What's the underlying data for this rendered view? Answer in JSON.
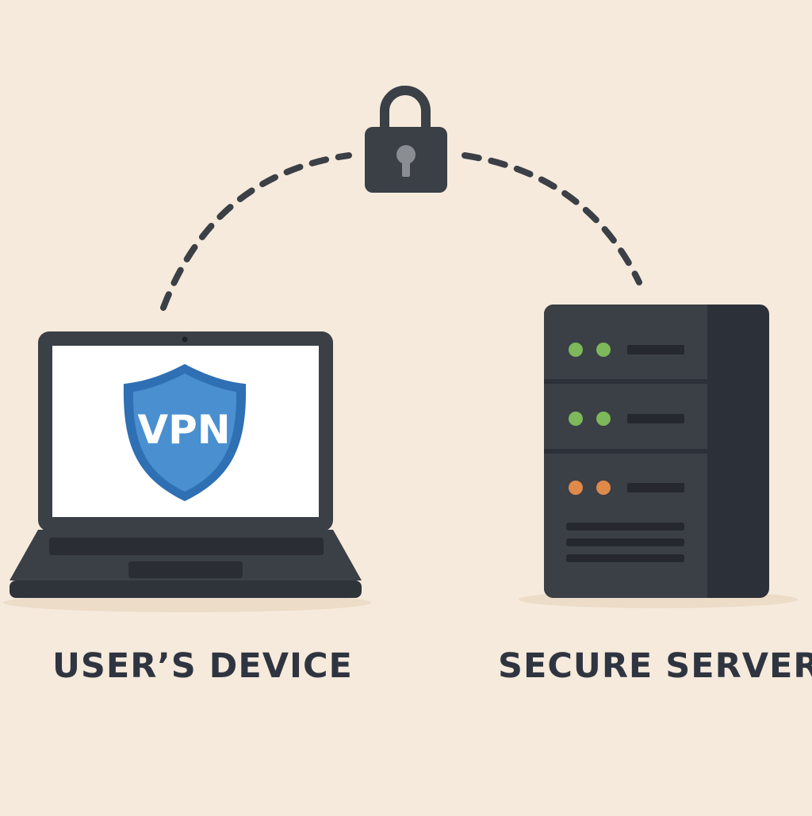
{
  "diagram": {
    "device_label": "USER’S DEVICE",
    "server_label": "SECURE SERVER",
    "shield_text": "VPN"
  },
  "icons": {
    "laptop": "laptop-icon",
    "shield": "shield-icon",
    "lock": "padlock-icon",
    "server": "server-icon"
  },
  "colors": {
    "background": "#f6eadc",
    "dark": "#3b3f46",
    "dark_side": "#2c3038",
    "shield_blue": "#2f6fb3",
    "shield_light": "#4a8fcf",
    "led_green": "#7db85a",
    "led_orange": "#e08a4a",
    "text": "#2f3540"
  },
  "server_units": [
    {
      "leds": [
        "green",
        "green"
      ]
    },
    {
      "leds": [
        "green",
        "green"
      ]
    },
    {
      "leds": [
        "orange",
        "orange"
      ]
    }
  ]
}
